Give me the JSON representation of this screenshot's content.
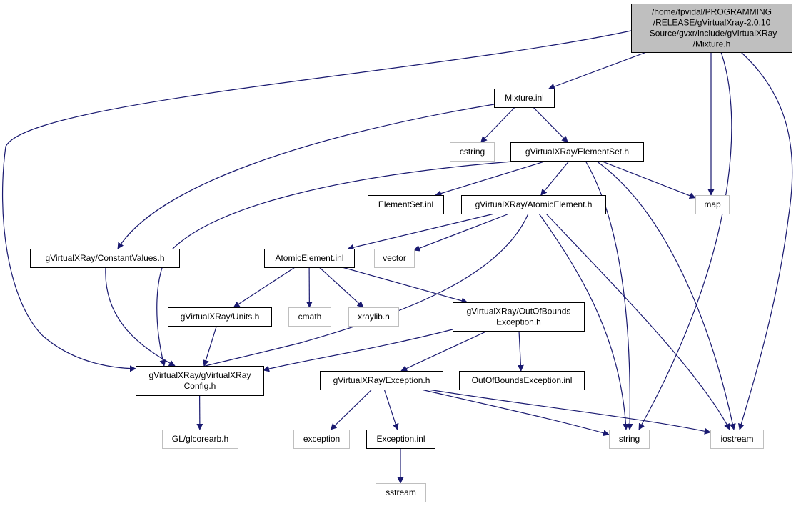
{
  "colors": {
    "edge": "#191970",
    "documented_border": "#000000",
    "external_border": "#bfbfbf",
    "root_fill": "#bfbfbf",
    "fill": "#ffffff",
    "text": "#000000"
  },
  "nodes": [
    {
      "id": "mixture_h",
      "lines": [
        "/home/fpvidal/PROGRAMMING",
        "/RELEASE/gVirtualXray-2.0.10",
        "-Source/gvxr/include/gVirtualXRay",
        "/Mixture.h"
      ],
      "kind": "root"
    },
    {
      "id": "mixture_inl",
      "lines": [
        "Mixture.inl"
      ],
      "kind": "documented"
    },
    {
      "id": "cstring",
      "lines": [
        "cstring"
      ],
      "kind": "external"
    },
    {
      "id": "elementset_h",
      "lines": [
        "gVirtualXRay/ElementSet.h"
      ],
      "kind": "documented"
    },
    {
      "id": "elementset_inl",
      "lines": [
        "ElementSet.inl"
      ],
      "kind": "documented"
    },
    {
      "id": "atomicelement_h",
      "lines": [
        "gVirtualXRay/AtomicElement.h"
      ],
      "kind": "documented"
    },
    {
      "id": "map",
      "lines": [
        "map"
      ],
      "kind": "external"
    },
    {
      "id": "constantvalues_h",
      "lines": [
        "gVirtualXRay/ConstantValues.h"
      ],
      "kind": "documented"
    },
    {
      "id": "atomicelement_inl",
      "lines": [
        "AtomicElement.inl"
      ],
      "kind": "documented"
    },
    {
      "id": "vector",
      "lines": [
        "vector"
      ],
      "kind": "external"
    },
    {
      "id": "units_h",
      "lines": [
        "gVirtualXRay/Units.h"
      ],
      "kind": "documented"
    },
    {
      "id": "cmath",
      "lines": [
        "cmath"
      ],
      "kind": "external"
    },
    {
      "id": "xraylib_h",
      "lines": [
        "xraylib.h"
      ],
      "kind": "external"
    },
    {
      "id": "outofbounds_h",
      "lines": [
        "gVirtualXRay/OutOfBounds",
        "Exception.h"
      ],
      "kind": "documented"
    },
    {
      "id": "config_h",
      "lines": [
        "gVirtualXRay/gVirtualXRay",
        "Config.h"
      ],
      "kind": "documented"
    },
    {
      "id": "exception_h",
      "lines": [
        "gVirtualXRay/Exception.h"
      ],
      "kind": "documented"
    },
    {
      "id": "outofbounds_inl",
      "lines": [
        "OutOfBoundsException.inl"
      ],
      "kind": "documented"
    },
    {
      "id": "glcorearb_h",
      "lines": [
        "GL/glcorearb.h"
      ],
      "kind": "external"
    },
    {
      "id": "exception",
      "lines": [
        "exception"
      ],
      "kind": "external"
    },
    {
      "id": "exception_inl",
      "lines": [
        "Exception.inl"
      ],
      "kind": "documented"
    },
    {
      "id": "string",
      "lines": [
        "string"
      ],
      "kind": "external"
    },
    {
      "id": "iostream",
      "lines": [
        "iostream"
      ],
      "kind": "external"
    },
    {
      "id": "sstream",
      "lines": [
        "sstream"
      ],
      "kind": "external"
    }
  ],
  "edges": [
    {
      "from": "mixture_h",
      "to": "mixture_inl"
    },
    {
      "from": "mixture_h",
      "to": "config_h"
    },
    {
      "from": "mixture_h",
      "to": "map"
    },
    {
      "from": "mixture_h",
      "to": "string"
    },
    {
      "from": "mixture_h",
      "to": "iostream"
    },
    {
      "from": "mixture_inl",
      "to": "cstring"
    },
    {
      "from": "mixture_inl",
      "to": "elementset_h"
    },
    {
      "from": "mixture_inl",
      "to": "constantvalues_h"
    },
    {
      "from": "elementset_h",
      "to": "elementset_inl"
    },
    {
      "from": "elementset_h",
      "to": "atomicelement_h"
    },
    {
      "from": "elementset_h",
      "to": "map"
    },
    {
      "from": "elementset_h",
      "to": "config_h"
    },
    {
      "from": "elementset_h",
      "to": "string"
    },
    {
      "from": "elementset_h",
      "to": "iostream"
    },
    {
      "from": "atomicelement_h",
      "to": "atomicelement_inl"
    },
    {
      "from": "atomicelement_h",
      "to": "vector"
    },
    {
      "from": "atomicelement_h",
      "to": "config_h"
    },
    {
      "from": "atomicelement_h",
      "to": "string"
    },
    {
      "from": "atomicelement_h",
      "to": "iostream"
    },
    {
      "from": "constantvalues_h",
      "to": "config_h"
    },
    {
      "from": "atomicelement_inl",
      "to": "units_h"
    },
    {
      "from": "atomicelement_inl",
      "to": "cmath"
    },
    {
      "from": "atomicelement_inl",
      "to": "xraylib_h"
    },
    {
      "from": "atomicelement_inl",
      "to": "outofbounds_h"
    },
    {
      "from": "units_h",
      "to": "config_h"
    },
    {
      "from": "outofbounds_h",
      "to": "config_h"
    },
    {
      "from": "outofbounds_h",
      "to": "exception_h"
    },
    {
      "from": "outofbounds_h",
      "to": "outofbounds_inl"
    },
    {
      "from": "config_h",
      "to": "glcorearb_h"
    },
    {
      "from": "exception_h",
      "to": "exception"
    },
    {
      "from": "exception_h",
      "to": "exception_inl"
    },
    {
      "from": "exception_h",
      "to": "string"
    },
    {
      "from": "exception_h",
      "to": "iostream"
    },
    {
      "from": "exception_inl",
      "to": "sstream"
    }
  ]
}
